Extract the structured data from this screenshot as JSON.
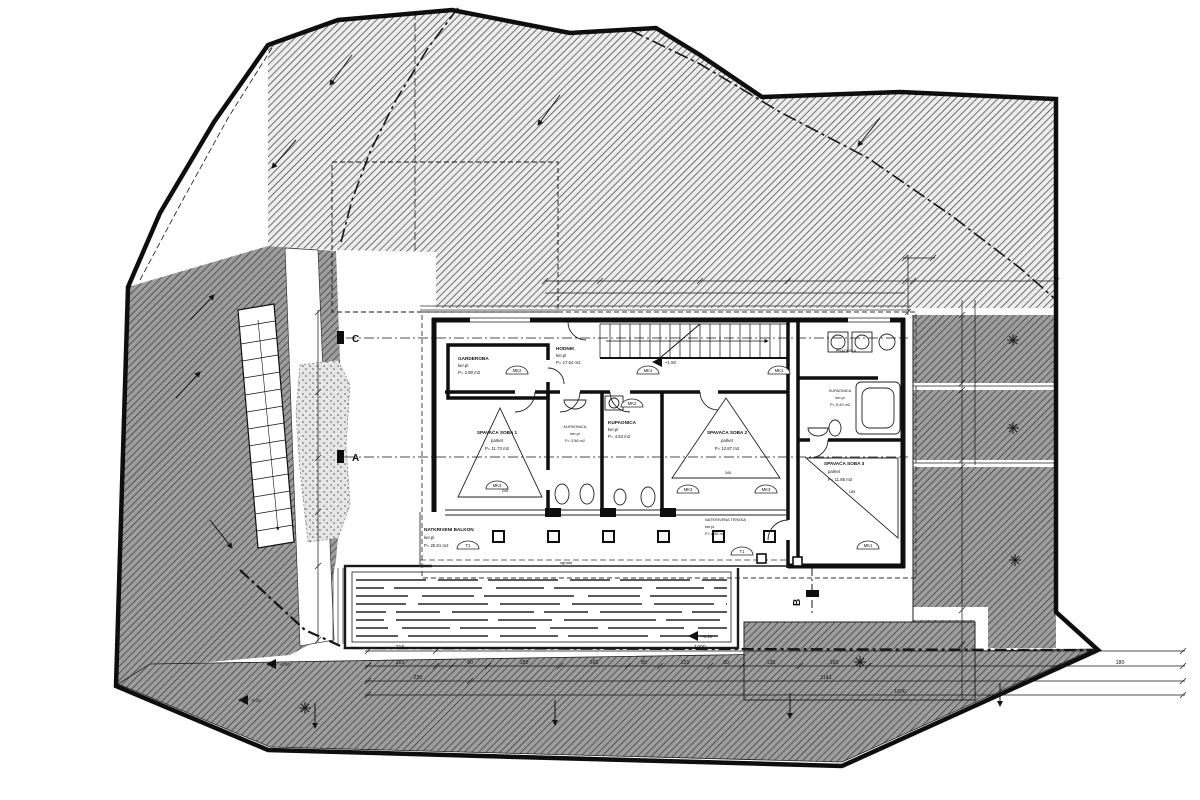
{
  "site_plan": {
    "colors": {
      "ink": "#141414",
      "paper": "#ffffff",
      "hatch_light": "#ededed",
      "hatch_dark": "#9d9d9d"
    },
    "rooms": [
      {
        "id": "garderoba",
        "name": "GARDEROBA",
        "floor": "ker.pl",
        "area": "P= 2.98 m2"
      },
      {
        "id": "hodnik",
        "name": "HODNIK",
        "floor": "ker.pl",
        "area": "P= 17.54 m2"
      },
      {
        "id": "spavaca1",
        "name": "SPAVAĆA SOBA 1",
        "floor": "parket",
        "area": "P= 11.73 m2"
      },
      {
        "id": "kupaonica1",
        "name": "KUPAONICA",
        "floor": "ker.pl",
        "area": "P= 3.56 m2"
      },
      {
        "id": "kupaonica2",
        "name": "KUPAONICA",
        "floor": "ker.pl",
        "area": "P= 4.53 m2"
      },
      {
        "id": "spavaca2",
        "name": "SPAVAĆA SOBA 2",
        "floor": "parket",
        "area": "P= 12.87 m2"
      },
      {
        "id": "praonica",
        "name": "PRAONICA",
        "floor": "ker.pl",
        "area": ""
      },
      {
        "id": "kupaonica3",
        "name": "KUPAONICA",
        "floor": "ker.pl",
        "area": "P= 5.49 m2"
      },
      {
        "id": "spavaca3",
        "name": "SPAVAĆA SOBA 3",
        "floor": "parket",
        "area": "P= 11.85 m2"
      },
      {
        "id": "balkon",
        "name": "NATKRIVENI BALKON",
        "floor": "ker.pl",
        "area": "P= 25.51 m2"
      },
      {
        "id": "terasa",
        "name": "NATKRIVENA TERASA",
        "floor": "ker.pl",
        "area": "P= 2.85 m2"
      }
    ],
    "door_labels": {
      "mk1": "MK1",
      "mk2": "MK2",
      "mk3": "MK3",
      "t1": "T1"
    },
    "section_markers": {
      "a": "A",
      "b": "B",
      "c": "C"
    },
    "spot_elevations": {
      "e1": "+1.50",
      "e2": "+0.10",
      "e3": "+0.50",
      "e4": "-0.20"
    },
    "interior_dims": [
      "245",
      "345",
      "185"
    ],
    "deck_note": "ograda",
    "dimension_rows": {
      "row1": [
        "215",
        "1090"
      ],
      "row2": [
        "215",
        "80",
        "180",
        "165",
        "80",
        "120",
        "80",
        "135",
        "160",
        "180"
      ],
      "row3": [
        "230",
        "1141"
      ],
      "row4": [
        "1600"
      ]
    }
  }
}
